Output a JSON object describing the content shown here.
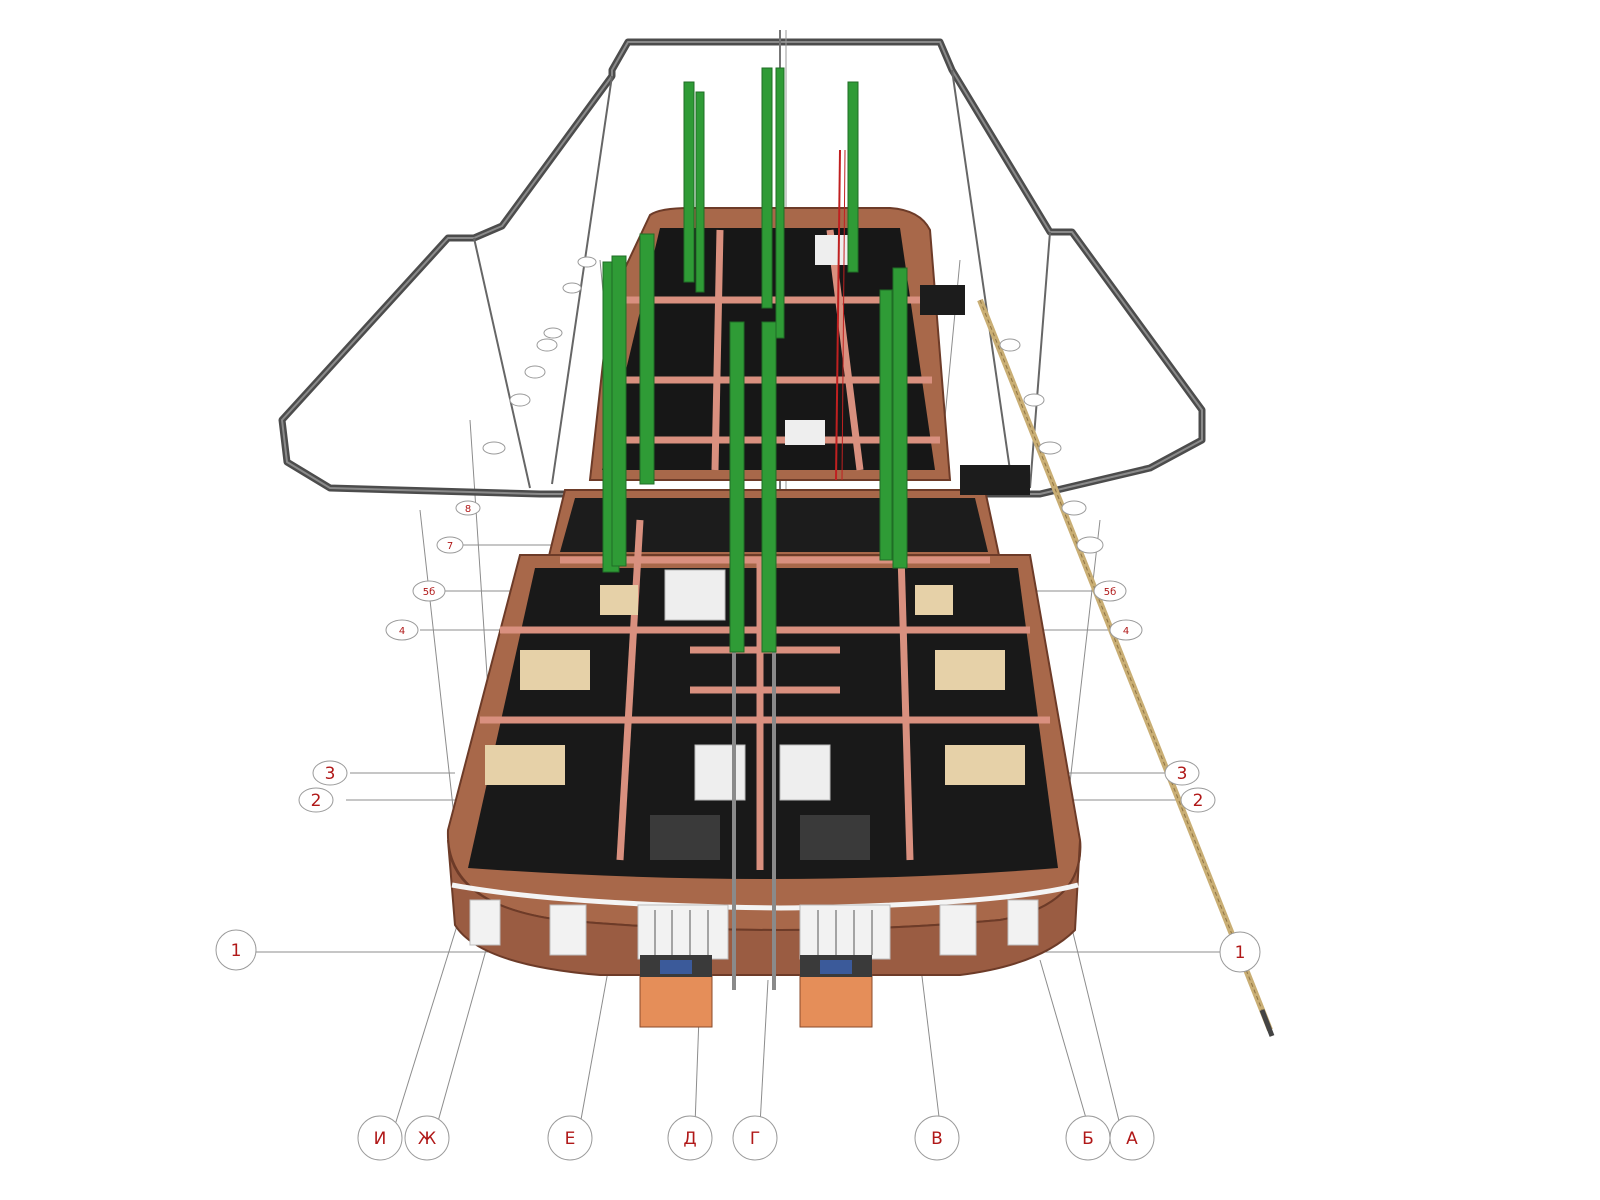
{
  "drawing": {
    "colors": {
      "brick": "#a8684a",
      "brick_dark": "#7e4732",
      "partition": "#d9907f",
      "floor": "#1a1a1a",
      "duct_green": "#2f9b36",
      "tray_gray": "#555555",
      "pipe_red": "#c02020",
      "pipe_tan": "#c9ae74",
      "grid_label": "#b01818"
    },
    "left_axes": [
      "1",
      "2",
      "3",
      "4",
      "5б",
      "7",
      "8"
    ],
    "right_axes": [
      "1",
      "2",
      "3",
      "4",
      "5б"
    ],
    "bottom_axes": [
      "И",
      "Ж",
      "Е",
      "Д",
      "Г",
      "В",
      "Б",
      "А"
    ]
  }
}
